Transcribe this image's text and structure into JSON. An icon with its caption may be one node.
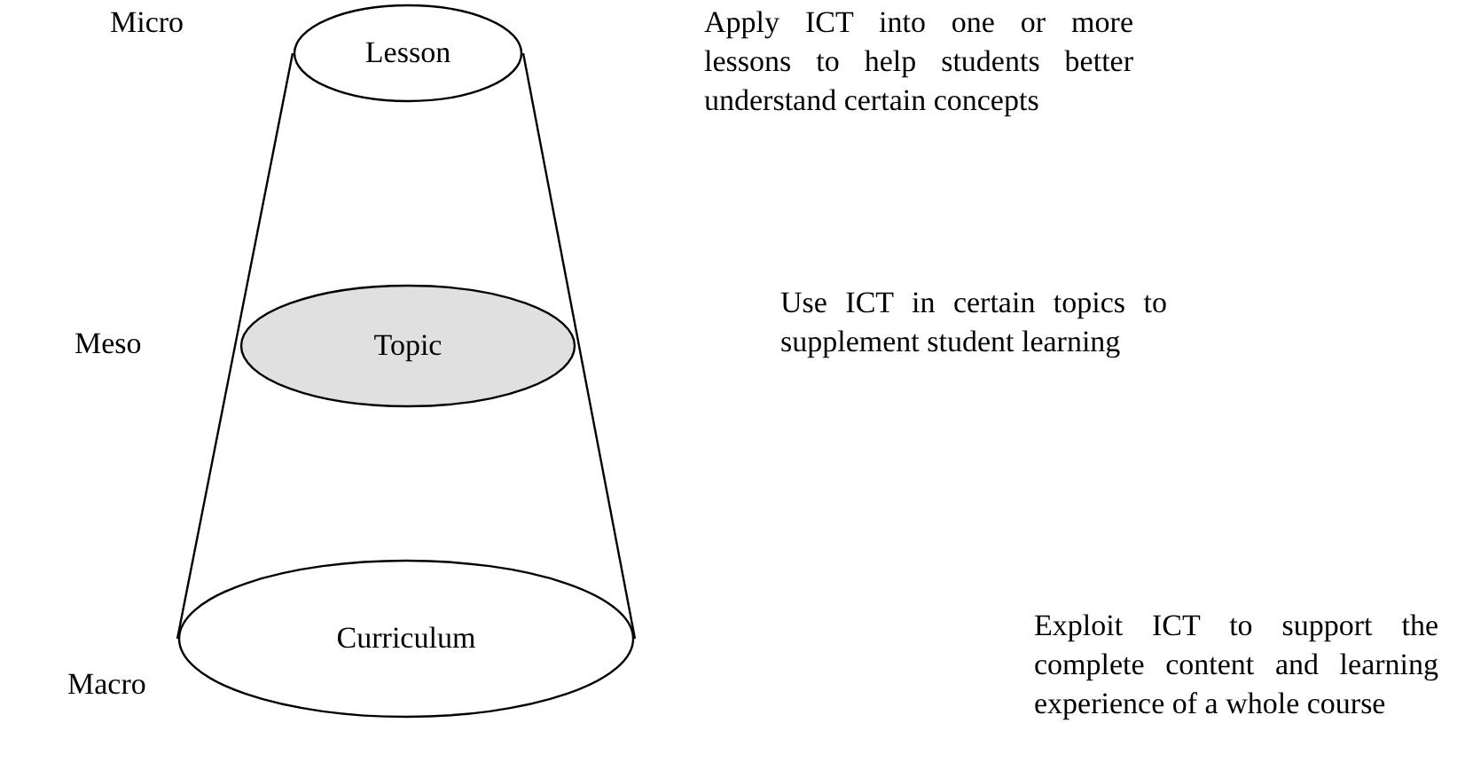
{
  "diagram": {
    "nodes": [
      {
        "text": [
          "Lesson"
        ]
      },
      {
        "text": [
          "Topic"
        ]
      },
      {
        "text": [
          "Curriculum"
        ]
      }
    ],
    "labels": [
      "Micro",
      "Apply ICT into one or more lessons to help students better understand certain concepts",
      "Meso",
      "Use ICT in certain topics to supplement student learning",
      "Macro",
      "Exploit ICT to support the complete content and learning experience of a whole course"
    ]
  }
}
